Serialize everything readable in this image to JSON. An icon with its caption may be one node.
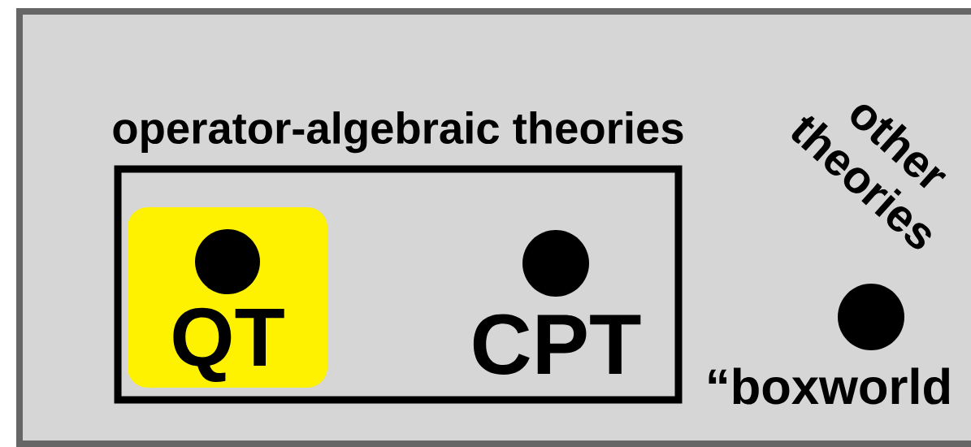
{
  "diagram": {
    "nodes": [
      {
        "text": [
          "operator-algebraic theories"
        ]
      },
      {
        "text": [
          "QT"
        ],
        "in": 0
      },
      {
        "text": [
          "CPT"
        ],
        "in": 0
      },
      {
        "text": [
          "“boxworld"
        ]
      }
    ],
    "labels": [
      "other theories"
    ]
  }
}
